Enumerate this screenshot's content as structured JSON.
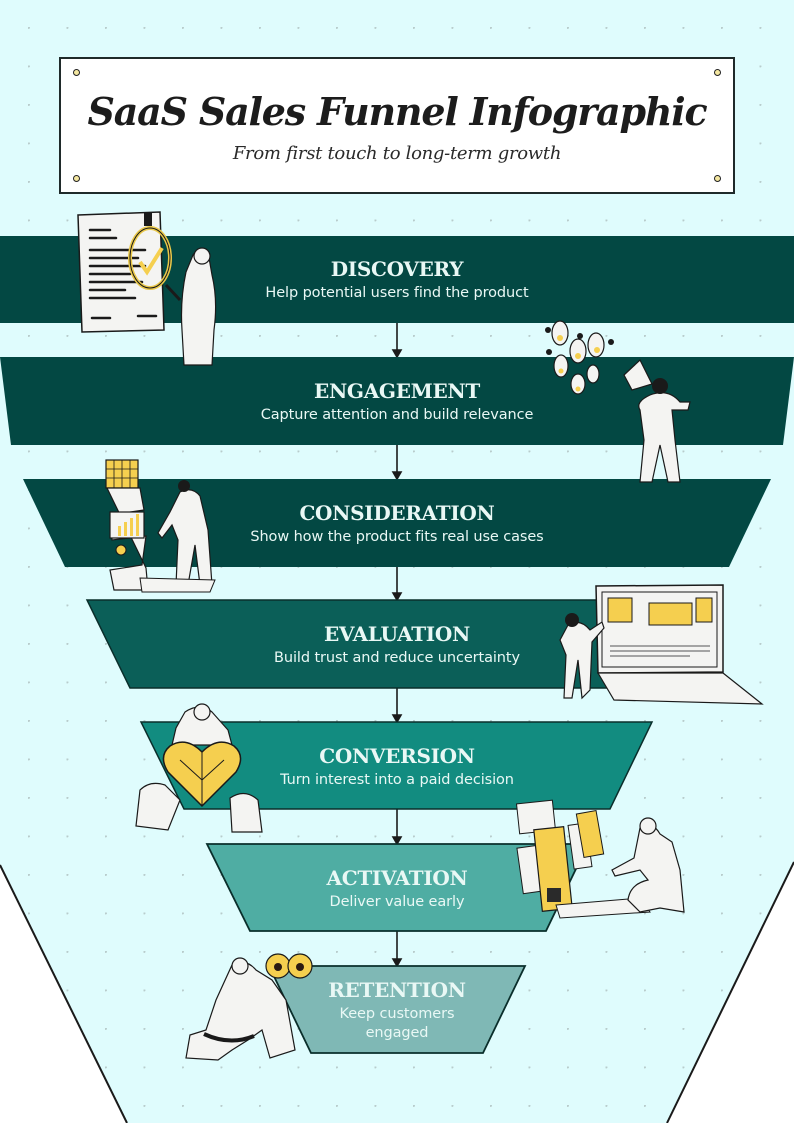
{
  "header": {
    "title": "SaaS Sales Funnel Infographic",
    "subtitle": "From first touch to long-term growth"
  },
  "colors": {
    "background_inner": "#dffcfd",
    "background_outer": "#ffffff",
    "text_light": "#e9f8f5",
    "accent_yellow": "#f5cf4f"
  },
  "stages": [
    {
      "name": "DISCOVERY",
      "description": "Help potential users find the product",
      "color": "#034843",
      "illustration": "magnifying-glass-document-person"
    },
    {
      "name": "ENGAGEMENT",
      "description": "Capture attention and build relevance",
      "color": "#034843",
      "illustration": "megaphone-faces-person"
    },
    {
      "name": "CONSIDERATION",
      "description": "Show how the product fits real use cases",
      "color": "#034843",
      "illustration": "folded-report-person"
    },
    {
      "name": "EVALUATION",
      "description": "Build trust and reduce uncertainty",
      "color": "#0b5f58",
      "illustration": "laptop-dashboard-person"
    },
    {
      "name": "CONVERSION",
      "description": "Turn interest into a paid decision",
      "color": "#128c80",
      "illustration": "puzzle-heart-team"
    },
    {
      "name": "ACTIVATION",
      "description": "Deliver value early",
      "color": "#4fada3",
      "illustration": "onboarding-screens-person"
    },
    {
      "name": "RETENTION",
      "description": "Keep customers engaged",
      "color": "#7fb8b5",
      "illustration": "binoculars-person"
    }
  ]
}
